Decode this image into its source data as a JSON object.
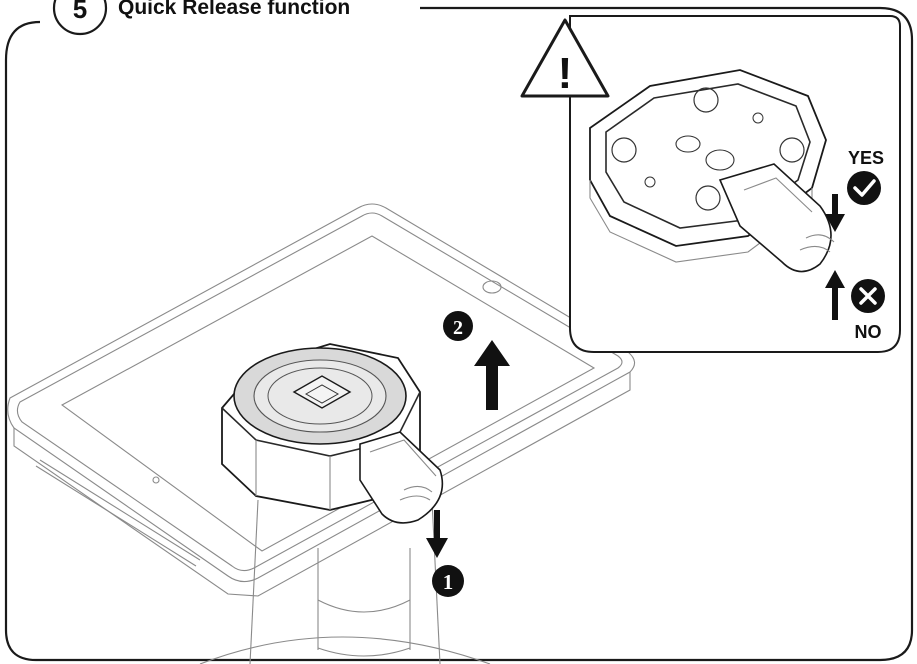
{
  "header": {
    "step_number": "5",
    "title": "Quick Release function"
  },
  "inset": {
    "warning_symbol": "!",
    "yes_label": "YES",
    "no_label": "NO",
    "yes_icon": "check-circle-icon",
    "no_icon": "x-circle-icon"
  },
  "steps": {
    "step1_marker": "1",
    "step2_marker": "2"
  },
  "colors": {
    "line": "#1a1a1a",
    "light_line": "#8a8a8a",
    "mount_fill": "#d9d9d9"
  }
}
